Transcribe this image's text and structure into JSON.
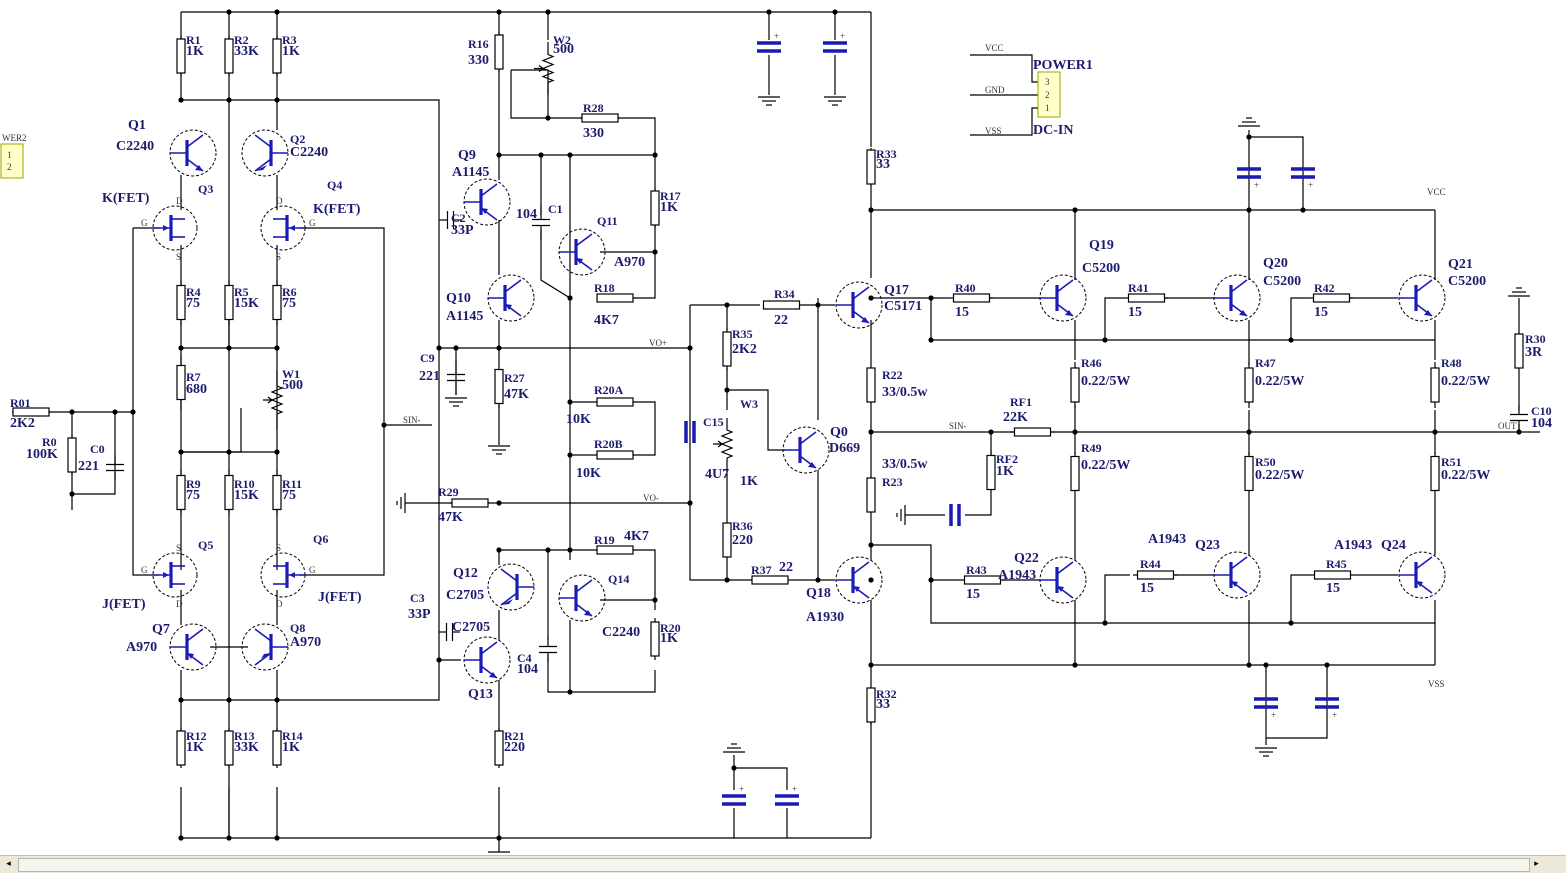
{
  "components": [
    {
      "id": "r1",
      "type": "resistor",
      "ref": "R1",
      "value": "1K"
    },
    {
      "id": "r2",
      "type": "resistor",
      "ref": "R2",
      "value": "33K"
    },
    {
      "id": "r3",
      "type": "resistor",
      "ref": "R3",
      "value": "1K"
    },
    {
      "id": "r4",
      "type": "resistor",
      "ref": "R4",
      "value": "75"
    },
    {
      "id": "r5",
      "type": "resistor",
      "ref": "R5",
      "value": "15K"
    },
    {
      "id": "r6",
      "type": "resistor",
      "ref": "R6",
      "value": "75"
    },
    {
      "id": "r7",
      "type": "resistor",
      "ref": "R7",
      "value": "680"
    },
    {
      "id": "r9",
      "type": "resistor",
      "ref": "R9",
      "value": "75"
    },
    {
      "id": "r10",
      "type": "resistor",
      "ref": "R10",
      "value": "15K"
    },
    {
      "id": "r11",
      "type": "resistor",
      "ref": "R11",
      "value": "75"
    },
    {
      "id": "r12",
      "type": "resistor",
      "ref": "R12",
      "value": "1K"
    },
    {
      "id": "r13",
      "type": "resistor",
      "ref": "R13",
      "value": "33K"
    },
    {
      "id": "r14",
      "type": "resistor",
      "ref": "R14",
      "value": "1K"
    },
    {
      "id": "r16",
      "type": "resistor",
      "ref": "R16",
      "value": "330"
    },
    {
      "id": "r17",
      "type": "resistor",
      "ref": "R17",
      "value": "1K"
    },
    {
      "id": "r18",
      "type": "resistor",
      "ref": "R18",
      "value": "4K7"
    },
    {
      "id": "r19",
      "type": "resistor",
      "ref": "R19",
      "value": "4K7"
    },
    {
      "id": "r20",
      "type": "resistor",
      "ref": "R20",
      "value": "1K"
    },
    {
      "id": "r20a",
      "type": "resistor",
      "ref": "R20A",
      "value": "10K"
    },
    {
      "id": "r20b",
      "type": "resistor",
      "ref": "R20B",
      "value": "10K"
    },
    {
      "id": "r21",
      "type": "resistor",
      "ref": "R21",
      "value": "220"
    },
    {
      "id": "r22",
      "type": "resistor",
      "ref": "R22",
      "value": "33/0.5w"
    },
    {
      "id": "r23",
      "type": "resistor",
      "ref": "R23",
      "value": "33/0.5w"
    },
    {
      "id": "r27",
      "type": "resistor",
      "ref": "R27",
      "value": "47K"
    },
    {
      "id": "r28",
      "type": "resistor",
      "ref": "R28",
      "value": "330"
    },
    {
      "id": "r29",
      "type": "resistor",
      "ref": "R29",
      "value": "47K"
    },
    {
      "id": "r30",
      "type": "resistor",
      "ref": "R30",
      "value": "3R"
    },
    {
      "id": "r32",
      "type": "resistor",
      "ref": "R32",
      "value": "33"
    },
    {
      "id": "r33",
      "type": "resistor",
      "ref": "R33",
      "value": "33"
    },
    {
      "id": "r34",
      "type": "resistor",
      "ref": "R34",
      "value": "22"
    },
    {
      "id": "r35",
      "type": "resistor",
      "ref": "R35",
      "value": "2K2"
    },
    {
      "id": "r36",
      "type": "resistor",
      "ref": "R36",
      "value": "220"
    },
    {
      "id": "r37",
      "type": "resistor",
      "ref": "R37",
      "value": "22"
    },
    {
      "id": "r40",
      "type": "resistor",
      "ref": "R40",
      "value": "15"
    },
    {
      "id": "r41",
      "type": "resistor",
      "ref": "R41",
      "value": "15"
    },
    {
      "id": "r42",
      "type": "resistor",
      "ref": "R42",
      "value": "15"
    },
    {
      "id": "r43",
      "type": "resistor",
      "ref": "R43",
      "value": "15"
    },
    {
      "id": "r44",
      "type": "resistor",
      "ref": "R44",
      "value": "15"
    },
    {
      "id": "r45",
      "type": "resistor",
      "ref": "R45",
      "value": "15"
    },
    {
      "id": "r46",
      "type": "resistor",
      "ref": "R46",
      "value": "0.22/5W"
    },
    {
      "id": "r47",
      "type": "resistor",
      "ref": "R47",
      "value": "0.22/5W"
    },
    {
      "id": "r48",
      "type": "resistor",
      "ref": "R48",
      "value": "0.22/5W"
    },
    {
      "id": "r49",
      "type": "resistor",
      "ref": "R49",
      "value": "0.22/5W"
    },
    {
      "id": "r50",
      "type": "resistor",
      "ref": "R50",
      "value": "0.22/5W"
    },
    {
      "id": "r51",
      "type": "resistor",
      "ref": "R51",
      "value": "0.22/5W"
    },
    {
      "id": "r0",
      "type": "resistor",
      "ref": "R0",
      "value": "100K"
    },
    {
      "id": "r01",
      "type": "resistor",
      "ref": "R01",
      "value": "2K2"
    },
    {
      "id": "rf1",
      "type": "resistor",
      "ref": "RF1",
      "value": "22K"
    },
    {
      "id": "rf2",
      "type": "resistor",
      "ref": "RF2",
      "value": "1K"
    },
    {
      "id": "w1",
      "type": "trimmer",
      "ref": "W1",
      "value": "500"
    },
    {
      "id": "w2",
      "type": "trimmer",
      "ref": "W2",
      "value": "500"
    },
    {
      "id": "w3",
      "type": "trimmer",
      "ref": "W3",
      "value": "1K"
    },
    {
      "id": "c0",
      "type": "capacitor",
      "ref": "C0",
      "value": "221"
    },
    {
      "id": "c1",
      "type": "capacitor",
      "ref": "C1",
      "value": "104"
    },
    {
      "id": "c2",
      "type": "capacitor",
      "ref": "C2",
      "value": "33P"
    },
    {
      "id": "c3",
      "type": "capacitor",
      "ref": "C3",
      "value": "33P"
    },
    {
      "id": "c4",
      "type": "capacitor",
      "ref": "C4",
      "value": "104"
    },
    {
      "id": "c9",
      "type": "capacitor",
      "ref": "C9",
      "value": "221"
    },
    {
      "id": "c10",
      "type": "capacitor",
      "ref": "C10",
      "value": "104"
    },
    {
      "id": "c15",
      "type": "capacitor",
      "ref": "C15",
      "value": "4U7"
    },
    {
      "id": "q1",
      "type": "transistor",
      "ref": "Q1",
      "value": "C2240"
    },
    {
      "id": "q2",
      "type": "transistor",
      "ref": "Q2",
      "value": "C2240"
    },
    {
      "id": "q3",
      "type": "fet",
      "ref": "Q3",
      "value": "K(FET)"
    },
    {
      "id": "q4",
      "type": "fet",
      "ref": "Q4",
      "value": "K(FET)"
    },
    {
      "id": "q5",
      "type": "fet",
      "ref": "Q5",
      "value": "J(FET)"
    },
    {
      "id": "q6",
      "type": "fet",
      "ref": "Q6",
      "value": "J(FET)"
    },
    {
      "id": "q7",
      "type": "transistor",
      "ref": "Q7",
      "value": "A970"
    },
    {
      "id": "q8",
      "type": "transistor",
      "ref": "Q8",
      "value": "A970"
    },
    {
      "id": "q9",
      "type": "transistor",
      "ref": "Q9",
      "value": "A1145"
    },
    {
      "id": "q10",
      "type": "transistor",
      "ref": "Q10",
      "value": "A1145"
    },
    {
      "id": "q11",
      "type": "transistor",
      "ref": "Q11",
      "value": "A970"
    },
    {
      "id": "q12",
      "type": "transistor",
      "ref": "Q12",
      "value": "C2705"
    },
    {
      "id": "q13",
      "type": "transistor",
      "ref": "Q13",
      "value": "C2705"
    },
    {
      "id": "q14",
      "type": "transistor",
      "ref": "Q14",
      "value": "C2240"
    },
    {
      "id": "q0",
      "type": "transistor",
      "ref": "Q0",
      "value": "D669"
    },
    {
      "id": "q17",
      "type": "transistor",
      "ref": "Q17",
      "value": "C5171"
    },
    {
      "id": "q18",
      "type": "transistor",
      "ref": "Q18",
      "value": "A1930"
    },
    {
      "id": "q19",
      "type": "transistor",
      "ref": "Q19",
      "value": "C5200"
    },
    {
      "id": "q20",
      "type": "transistor",
      "ref": "Q20",
      "value": "C5200"
    },
    {
      "id": "q21",
      "type": "transistor",
      "ref": "Q21",
      "value": "C5200"
    },
    {
      "id": "q22",
      "type": "transistor",
      "ref": "Q22",
      "value": "A1943"
    },
    {
      "id": "q23",
      "type": "transistor",
      "ref": "Q23",
      "value": "A1943"
    },
    {
      "id": "q24",
      "type": "transistor",
      "ref": "Q24",
      "value": "A1943"
    }
  ],
  "connectors": {
    "power1": {
      "ref": "POWER1",
      "label": "DC-IN",
      "pins": [
        "3",
        "2",
        "1"
      ],
      "nets": [
        "VCC",
        "GND",
        "VSS"
      ]
    },
    "power2": {
      "ref": "WER2",
      "pins": [
        "1",
        "2"
      ]
    }
  },
  "nets": {
    "vo_plus": "VO+",
    "vo_minus": "VO-",
    "sin_minus": "SIN-",
    "out": "OUT",
    "vcc": "VCC",
    "vss": "VSS"
  },
  "fet_pins": [
    "D",
    "G",
    "S"
  ],
  "colors": {
    "wire": "#000000",
    "symbol": "#1a1ab5",
    "label": "#1c1c6e",
    "connector": "#ffffc8"
  },
  "scrollbar": {
    "left_arrow": "◂",
    "right_arrow": "▸"
  }
}
